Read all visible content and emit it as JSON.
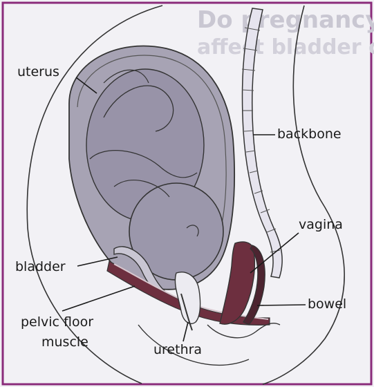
{
  "diagram": {
    "bg_text": "Do pregnancy and",
    "bg_text_line2": "affect bladder co",
    "labels": {
      "uterus": "uterus",
      "backbone": "backbone",
      "vagina": "vagina",
      "bladder": "bladder",
      "bowel": "bowel",
      "pelvic_floor_muscle_1": "pelvic floor",
      "pelvic_floor_muscle_2": "muscle",
      "urethra": "urethra"
    },
    "colors": {
      "frame": "#8a2b7a",
      "uterus_fill": "#a7a3b4",
      "baby_fill": "#9893a8",
      "muscle": "#6d2f3f",
      "spine_fill": "#e6e4ee"
    }
  }
}
